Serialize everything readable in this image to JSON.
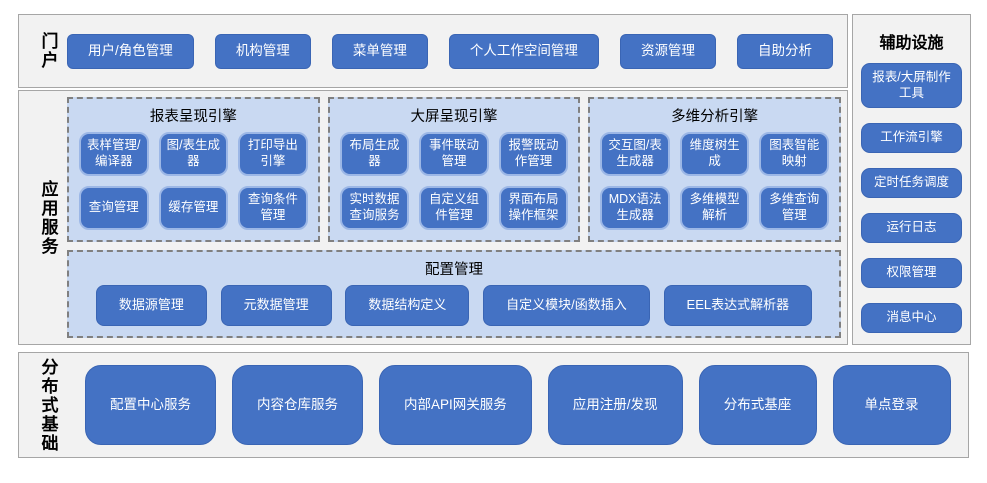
{
  "portal": {
    "label": "门户",
    "items": [
      "用户/角色管理",
      "机构管理",
      "菜单管理",
      "个人工作空间管理",
      "资源管理",
      "自助分析"
    ]
  },
  "app_services": {
    "label": "应用服务",
    "engines": [
      {
        "title": "报表呈现引擎",
        "items": [
          "表样管理/编译器",
          "图/表生成器",
          "打印导出引擎",
          "查询管理",
          "缓存管理",
          "查询条件管理"
        ]
      },
      {
        "title": "大屏呈现引擎",
        "items": [
          "布局生成器",
          "事件联动管理",
          "报警既动作管理",
          "实时数据查询服务",
          "自定义组件管理",
          "界面布局操作框架"
        ]
      },
      {
        "title": "多维分析引擎",
        "items": [
          "交互图/表生成器",
          "维度树生成",
          "图表智能映射",
          "MDX语法生成器",
          "多维模型解析",
          "多维查询管理"
        ]
      }
    ],
    "config": {
      "title": "配置管理",
      "items": [
        "数据源管理",
        "元数据管理",
        "数据结构定义",
        "自定义模块/函数插入",
        "EEL表达式解析器"
      ]
    }
  },
  "distributed": {
    "label": "分布式基础",
    "items": [
      "配置中心服务",
      "内容仓库服务",
      "内部API网关服务",
      "应用注册/发现",
      "分布式基座",
      "单点登录"
    ]
  },
  "auxiliary": {
    "label": "辅助设施",
    "items": [
      "报表/大屏制作工具",
      "工作流引擎",
      "定时任务调度",
      "运行日志",
      "权限管理",
      "消息中心"
    ]
  },
  "colors": {
    "button_blue": "#4472c4",
    "panel_light_blue": "#c9d9f2",
    "section_gray": "#f2f2f2"
  }
}
